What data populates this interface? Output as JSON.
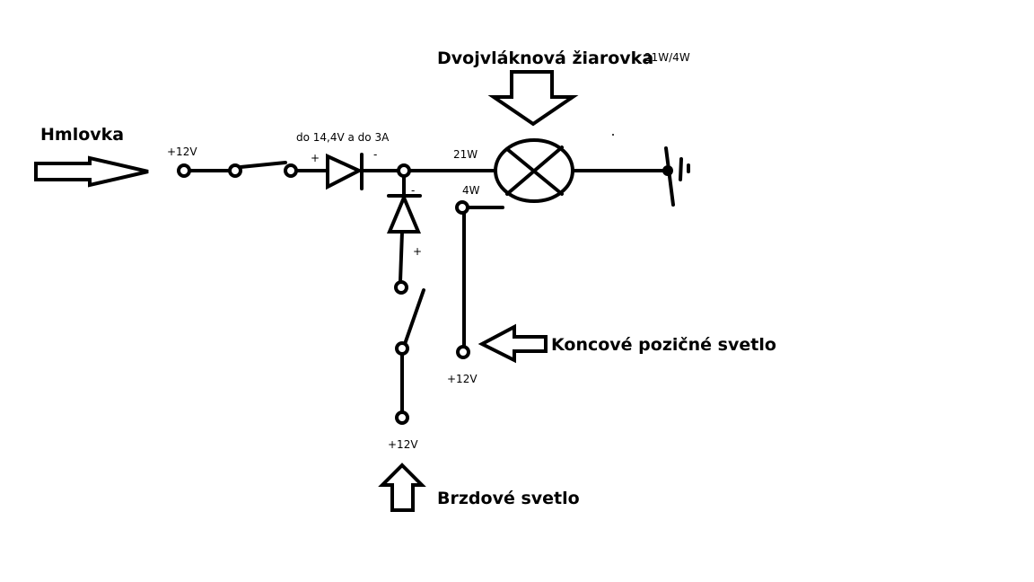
{
  "labels": {
    "fog_light": "Hmlovka",
    "bulb_title": "Dvojvláknová žiarovka",
    "bulb_rating": "21W/4W",
    "tail_light": "Koncové pozičné svetlo",
    "brake_light": "Brzdové svetlo",
    "diode_rating": "do 14,4V a do 3A",
    "filament_21w": "21W",
    "filament_4w": "4W",
    "supply_fog": "+12V",
    "supply_tail": "+12V",
    "supply_brake": "+12V",
    "diode1_plus": "+",
    "diode1_minus": "-",
    "diode2_minus": "-",
    "diode2_plus": "+"
  }
}
